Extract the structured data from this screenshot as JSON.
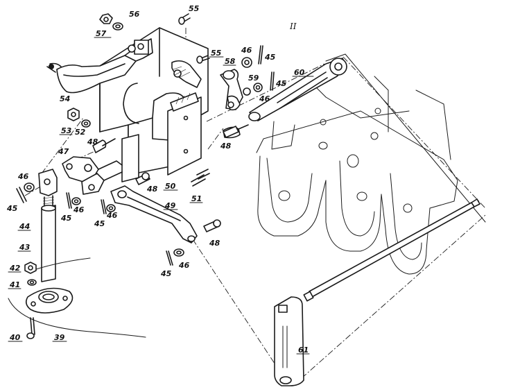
{
  "figure": {
    "view_label": "II",
    "parts": [
      "39",
      "40",
      "41",
      "42",
      "43",
      "44",
      "45",
      "46",
      "47",
      "48",
      "49",
      "50",
      "51",
      "52",
      "53",
      "54",
      "55",
      "56",
      "57",
      "58",
      "59",
      "60",
      "61"
    ],
    "callouts": {
      "c56": "56",
      "c55a": "55",
      "c57": "57",
      "c55b": "55",
      "c54": "54",
      "c46a": "46",
      "c45a": "45",
      "c58": "58",
      "c60": "60",
      "c59": "59",
      "c45b": "45",
      "c46b": "46",
      "c53": "53",
      "c52": "52",
      "c48a": "48",
      "c48b": "48",
      "c47": "47",
      "c46c": "46",
      "c45c": "45",
      "c44": "44",
      "c43": "43",
      "c46d": "46",
      "c45d": "45",
      "c45e": "45",
      "c46e": "46",
      "c48c": "48",
      "c49": "49",
      "c50": "50",
      "c51": "51",
      "c48d": "48",
      "c45f": "45",
      "c46f": "46",
      "c42": "42",
      "c41": "41",
      "c40": "40",
      "c39": "39",
      "c61": "61"
    }
  }
}
